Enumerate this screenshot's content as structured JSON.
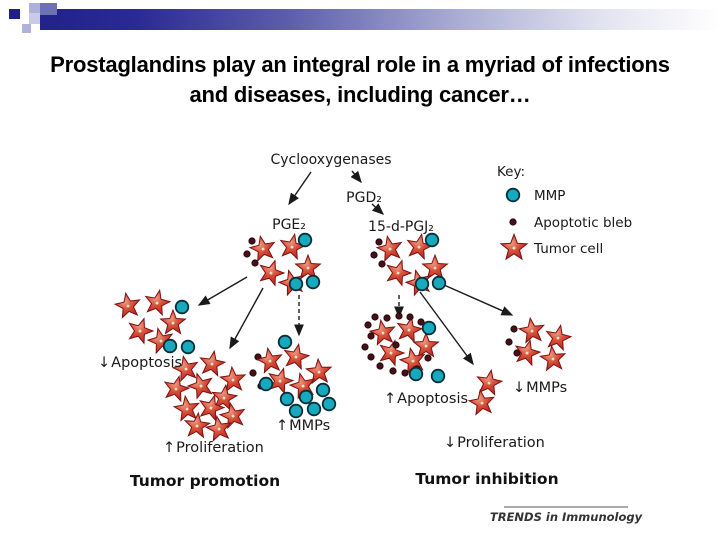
{
  "slide": {
    "title_line1": "Prostaglandins play an integral role in a myriad of infections",
    "title_line2": "and diseases, including cancer…"
  },
  "diagram": {
    "pathway": {
      "cyclooxygenases": "Cyclooxygenases",
      "pgd2": "PGD₂",
      "pge2": "PGE₂",
      "pgj2_15d": "15-d-PGJ₂"
    },
    "key": {
      "title": "Key:",
      "mmp_label": "MMP",
      "bleb_label": "Apoptotic bleb",
      "tumor_label": "Tumor cell"
    },
    "effects": {
      "promo_apoptosis": {
        "arrow": "↓",
        "text": "Apoptosis"
      },
      "promo_proliferation": {
        "arrow": "↑",
        "text": "Proliferation"
      },
      "promo_mmps": {
        "arrow": "↑",
        "text": "MMPs"
      },
      "inhib_apoptosis": {
        "arrow": "↑",
        "text": "Apoptosis"
      },
      "inhib_mmps": {
        "arrow": "↓",
        "text": "MMPs"
      },
      "inhib_proliferation": {
        "arrow": "↓",
        "text": "Proliferation"
      }
    },
    "outcomes": {
      "promotion": "Tumor promotion",
      "inhibition": "Tumor inhibition"
    },
    "credit": "TRENDS in Immunology",
    "colors": {
      "mmp_fill": "#17a9bd",
      "bleb_fill": "#451019",
      "tumor_fill": "#c0281f",
      "header_navy": "#23238c"
    }
  }
}
